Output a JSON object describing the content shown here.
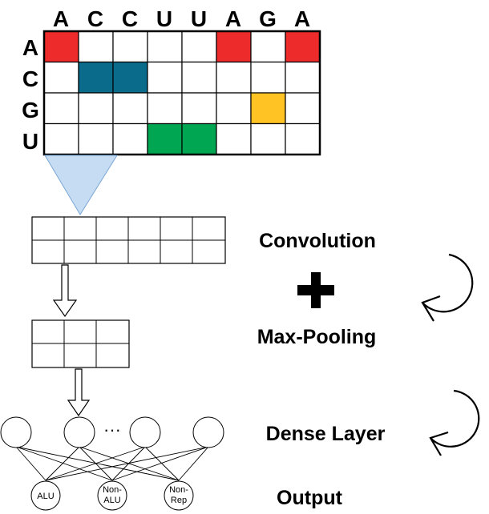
{
  "onehot": {
    "sequence": [
      "A",
      "C",
      "C",
      "U",
      "U",
      "A",
      "G",
      "A"
    ],
    "rows": [
      {
        "base": "A",
        "color": "#ee2b2b"
      },
      {
        "base": "C",
        "color": "#0b6b8a"
      },
      {
        "base": "G",
        "color": "#ffc423"
      },
      {
        "base": "U",
        "color": "#00a651"
      }
    ]
  },
  "labels": {
    "convolution": "Convolution",
    "max_pooling": "Max-Pooling",
    "dense_layer": "Dense Layer",
    "output": "Output",
    "ellipsis": "···"
  },
  "output_nodes": [
    {
      "lines": [
        "ALU"
      ]
    },
    {
      "lines": [
        "Non-",
        "ALU"
      ]
    },
    {
      "lines": [
        "Non-",
        "Rep"
      ]
    }
  ],
  "colors": {
    "kernel_fill": "#c5dcf3",
    "kernel_stroke": "#7ba7d4"
  }
}
